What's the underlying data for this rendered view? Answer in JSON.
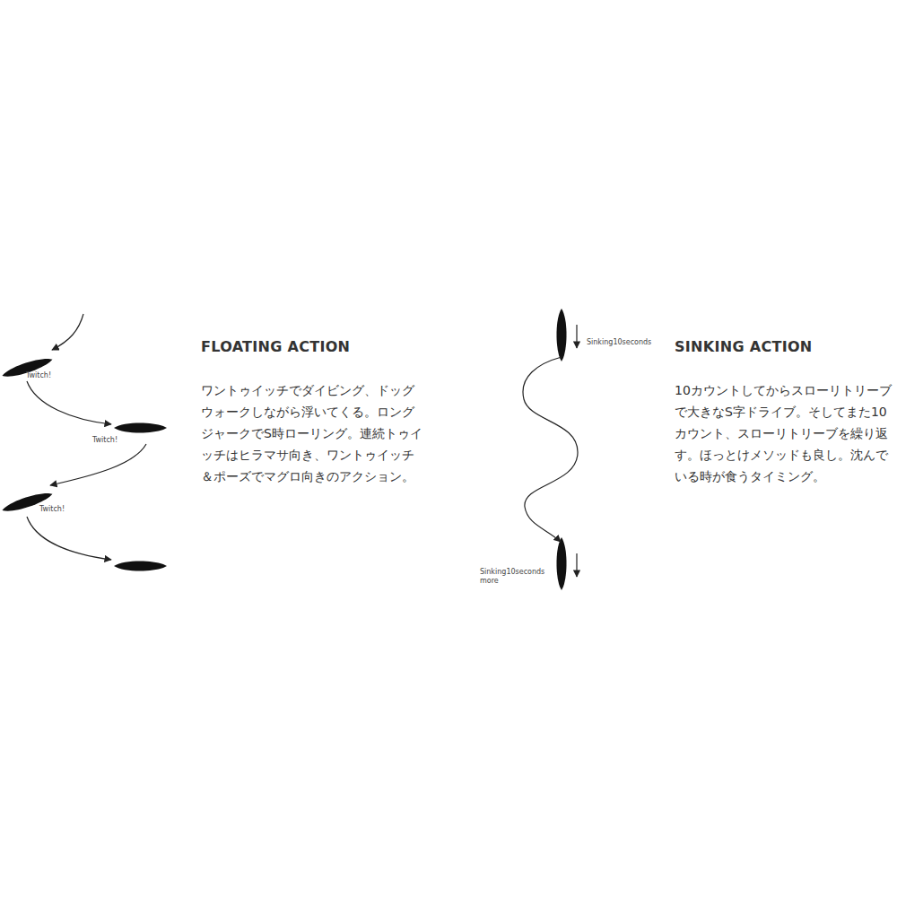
{
  "diagram": {
    "labels": [
      "FLOATING ACTION",
      "ワントゥイッチでダイビング、ドッグウォークしながら浮いてくる。ロングジャークでS時ローリング。連続トゥイッチはヒラマサ向き、ワントゥイッチ＆ポーズでマグロ向きのアクション。",
      "Twitch!",
      "Twitch!",
      "Twitch!",
      "Sinking10seconds",
      "Sinking10seconds more",
      "SINKING ACTION",
      "10カウントしてからスローリトリーブで大きなS字ドライブ。そしてまた10カウント、スローリトリーブを繰り返す。ほっとけメソッドも良し。沈んでいる時が食うタイミング。"
    ]
  }
}
